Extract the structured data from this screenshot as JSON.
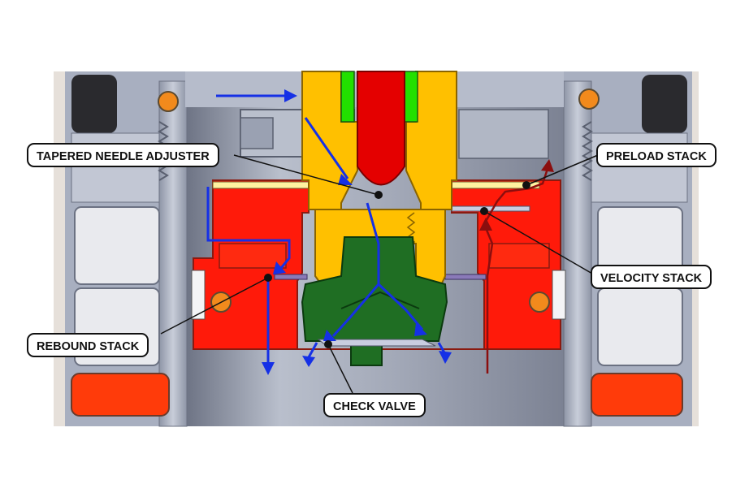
{
  "labels": {
    "tapered_needle_adjuster": "TAPERED NEEDLE ADJUSTER",
    "preload_stack": "PRELOAD STACK",
    "velocity_stack": "VELOCITY STACK",
    "rebound_stack": "REBOUND STACK",
    "check_valve": "CHECK VALVE"
  },
  "colors": {
    "background": "#ffffff",
    "housing_grey": "#a9b0c1",
    "housing_light": "#c4c9d6",
    "cylinder_bore": "#9aa1b2",
    "piston_red": "#ff1a0a",
    "needle_red": "#e40000",
    "shaft_yellow": "#ffc000",
    "valve_green": "#1f6e23",
    "seal_green": "#22e000",
    "bushing_orange": "#f08a1e",
    "oil_flow_blue": "#1530e6",
    "flow_arrow_maroon": "#8b0e0e",
    "label_border": "#111111"
  }
}
